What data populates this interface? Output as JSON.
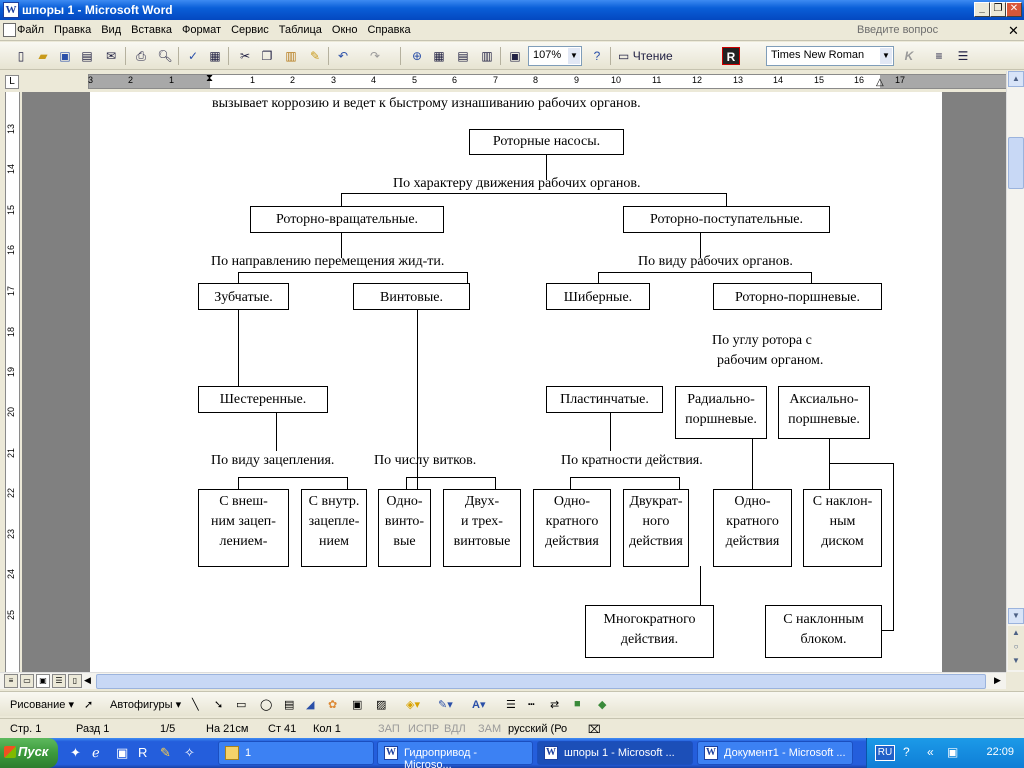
{
  "window": {
    "title": "шпоры 1 - Microsoft Word",
    "app_icon_letter": "W"
  },
  "menu": {
    "items": [
      "Файл",
      "Правка",
      "Вид",
      "Вставка",
      "Формат",
      "Сервис",
      "Таблица",
      "Окно",
      "Справка"
    ],
    "help_placeholder": "Введите вопрос"
  },
  "toolbar": {
    "zoom": "107%",
    "reading_label": "Чтение",
    "font_name": "Times New Roman"
  },
  "ruler": {
    "marks": [
      "3",
      "2",
      "1",
      "1",
      "2",
      "3",
      "4",
      "5",
      "6",
      "7",
      "8",
      "9",
      "10",
      "11",
      "12",
      "13",
      "14",
      "15",
      "16",
      "17"
    ],
    "vmarks": [
      "13",
      "14",
      "15",
      "16",
      "17",
      "18",
      "19",
      "20",
      "21",
      "22",
      "23",
      "24",
      "25"
    ]
  },
  "document": {
    "intro_line": "вызывает коррозию и ведет к быстрому изнашиванию рабочих органов.",
    "diagram": {
      "root": "Роторные насосы.",
      "by_motion": "По характеру движения рабочих органов.",
      "rot_vrash": "Роторно-вращательные.",
      "rot_post": "Роторно-поступательные.",
      "by_direction": "По направлению перемещения жид-ти.",
      "by_kind": "По виду рабочих органов.",
      "zubchatye": "Зубчатые.",
      "vintovye": "Винтовые.",
      "shibernye": "Шиберные.",
      "rot_porsh": "Роторно-поршневые.",
      "by_angle_1": "По углу ротора с",
      "by_angle_2": "рабочим органом.",
      "shesterennye": "Шестеренные.",
      "plastinchatye": "Пластинчатые.",
      "radial_1": "Радиально-",
      "radial_2": "поршневые.",
      "axial_1": "Аксиально-",
      "axial_2": "поршневые.",
      "by_engagement": "По виду зацепления.",
      "by_turns": "По числу витков.",
      "by_multiplicity": "По кратности действия.",
      "ext_1": "С внеш-",
      "ext_2": "ним зацеп-",
      "ext_3": "лением-",
      "int_1": "С внутр.",
      "int_2": "зацепле-",
      "int_3": "нием",
      "one_screw_1": "Одно-",
      "one_screw_2": "винто-",
      "one_screw_3": "вые",
      "two_screw_1": "Двух-",
      "two_screw_2": "и трех-",
      "two_screw_3": "винтовые",
      "single_1": "Одно-",
      "single_2": "кратного",
      "single_3": "действия",
      "double_1": "Двукрат-",
      "double_2": "ного",
      "double_3": "действия",
      "single_b_1": "Одно-",
      "single_b_2": "кратного",
      "single_b_3": "действия",
      "inclined_disk_1": "С наклон-",
      "inclined_disk_2": "ным",
      "inclined_disk_3": "диском",
      "multi_1": "Многократного",
      "multi_2": "действия.",
      "inclined_block_1": "С наклонным",
      "inclined_block_2": "блоком."
    }
  },
  "drawing_toolbar": {
    "drawing_label": "Рисование",
    "autoshapes_label": "Автофигуры"
  },
  "status": {
    "page": "Стр. 1",
    "section": "Разд 1",
    "pages": "1/5",
    "position": "На 21см",
    "line": "Ст 41",
    "column": "Кол 1",
    "rec": "ЗАП",
    "trk": "ИСПР",
    "ext": "ВДЛ",
    "ovr": "ЗАМ",
    "language": "русский (Ро"
  },
  "taskbar": {
    "start_label": "Пуск",
    "folder_task": "1",
    "tasks": [
      "Гидропривод - Microso...",
      "шпоры 1 - Microsoft ...",
      "Документ1 - Microsoft ..."
    ],
    "lang": "RU",
    "clock": "22:09"
  }
}
